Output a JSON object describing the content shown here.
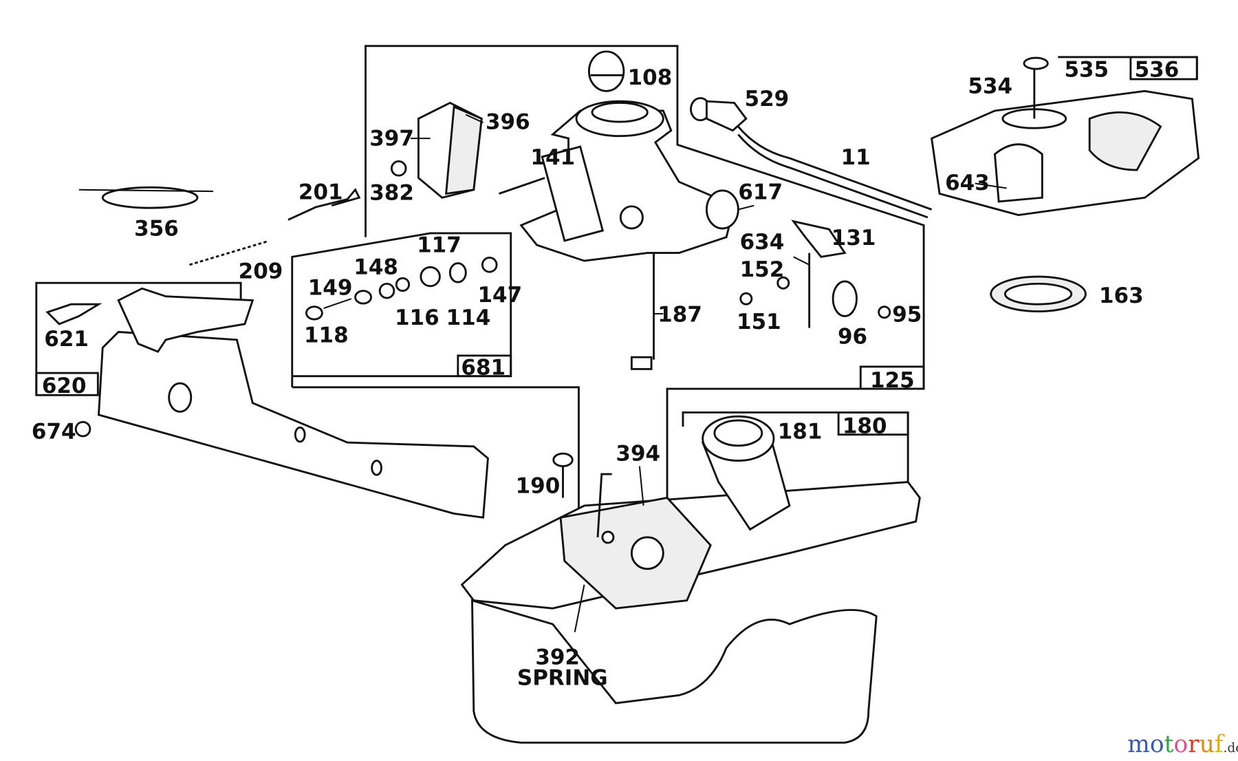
{
  "diagram": {
    "callouts": [
      "108",
      "396",
      "397",
      "382",
      "201",
      "141",
      "529",
      "11",
      "617",
      "634",
      "131",
      "152",
      "151",
      "96",
      "95",
      "187",
      "117",
      "148",
      "149",
      "118",
      "116",
      "114",
      "147",
      "356",
      "209",
      "621",
      "674",
      "534",
      "535",
      "643",
      "163",
      "181",
      "394",
      "190",
      "392",
      "SPRING"
    ],
    "boxed_callouts": [
      "681",
      "125",
      "620",
      "536",
      "180"
    ]
  },
  "watermark": {
    "letters": [
      "m",
      "o",
      "t",
      "o",
      "r",
      "u",
      "f"
    ],
    "colors": [
      "#3a5ba8",
      "#3a5ba8",
      "#3aa048",
      "#e0508a",
      "#d04020",
      "#e08a10",
      "#e0b010"
    ],
    "suffix": ".de"
  }
}
